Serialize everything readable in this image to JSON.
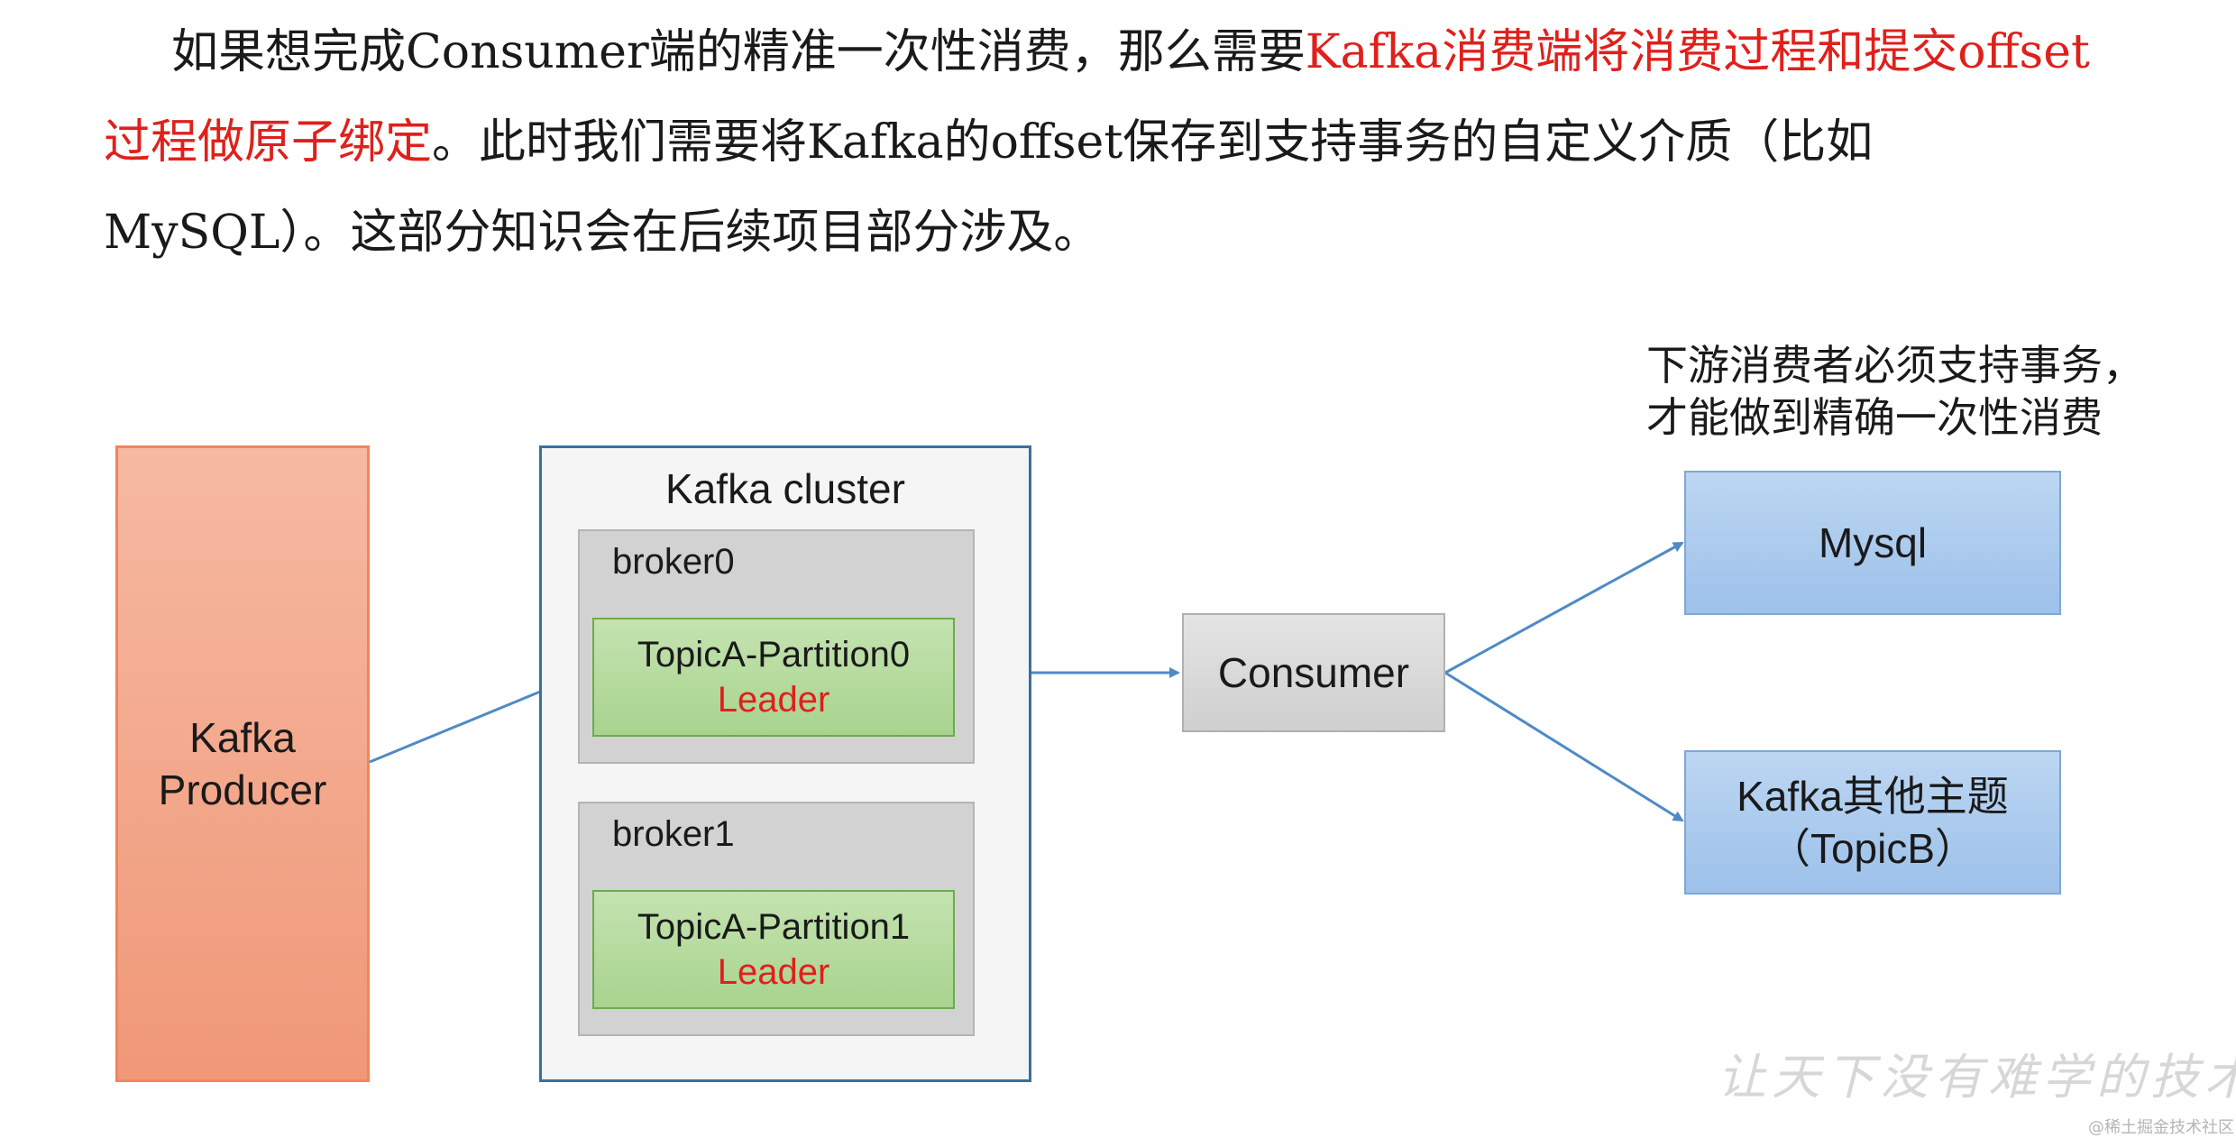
{
  "paragraph": {
    "line1_plain": "如果想完成Consumer端的精准一次性消费，那么需要",
    "line1_highlight": "Kafka消费端将消费过程和提交offset",
    "line2_highlight": "过程做原子绑定",
    "line2_plain": "。此时我们需要将Kafka的offset保存到支持事务的自定义介质（比如",
    "line3_plain": "MySQL）。这部分知识会在后续项目部分涉及。"
  },
  "diagram": {
    "producer": {
      "line1": "Kafka",
      "line2": "Producer"
    },
    "cluster": {
      "title": "Kafka cluster",
      "brokers": [
        {
          "label": "broker0",
          "partition": "TopicA-Partition0",
          "role": "Leader"
        },
        {
          "label": "broker1",
          "partition": "TopicA-Partition1",
          "role": "Leader"
        }
      ]
    },
    "consumer": "Consumer",
    "note": {
      "line1": "下游消费者必须支持事务，",
      "line2": "才能做到精确一次性消费"
    },
    "targets": {
      "mysql": "Mysql",
      "other_topic_line1": "Kafka其他主题",
      "other_topic_line2": "（TopicB）"
    }
  },
  "watermark": "让天下没有难学的技术",
  "credit": "@稀土掘金技术社区",
  "colors": {
    "highlight": "#e0201b",
    "arrow": "#4f8ac6",
    "producer": "#f4a383",
    "partition": "#b3d99c",
    "target": "#a9cbee"
  }
}
